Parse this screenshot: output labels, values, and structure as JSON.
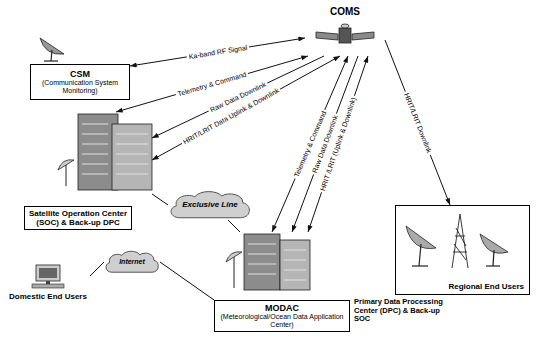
{
  "diagram": {
    "nodes": [
      {
        "text": [
          "COMS"
        ]
      },
      {
        "text": [
          "CSM",
          "(Communication System Monitoring)"
        ]
      },
      {
        "text": [
          "Satellite Operation Center (SOC) & Back-up DPC"
        ]
      },
      {
        "text": [
          "Exclusive Line"
        ]
      },
      {
        "text": [
          "Domestic End Users"
        ]
      },
      {
        "text": [
          "Internet"
        ]
      },
      {
        "text": [
          "MODAC",
          "(Meteorological/Ocean Data Application Center)"
        ]
      },
      {
        "text": [
          "Regional End Users"
        ]
      }
    ],
    "edges": [
      {
        "from": 1,
        "to": 0,
        "arrow": "both",
        "label": "Ka-band RF Signal"
      },
      {
        "from": 2,
        "to": 0,
        "arrow": "both",
        "label": "Telemetry & Command"
      },
      {
        "from": 0,
        "to": 2,
        "arrow": "to",
        "label": "Raw Data Downlink"
      },
      {
        "from": 2,
        "to": 0,
        "arrow": "both",
        "label": "HRIT/LRIT Data Uplink & Downlink"
      },
      {
        "from": 6,
        "to": 0,
        "arrow": "both",
        "label": "Telemetry & Command"
      },
      {
        "from": 0,
        "to": 6,
        "arrow": "to",
        "label": "Raw Data Downlink"
      },
      {
        "from": 6,
        "to": 0,
        "arrow": "both",
        "label": "HRIT /LRIT (Uplink & Downlink)"
      },
      {
        "from": 0,
        "to": 7,
        "arrow": "to",
        "label": "HRIT/LRIT Downlink"
      },
      {
        "from": 2,
        "to": 3,
        "arrow": "none"
      },
      {
        "from": 3,
        "to": 6,
        "arrow": "none"
      },
      {
        "from": 4,
        "to": 5,
        "arrow": "none"
      },
      {
        "from": 5,
        "to": 6,
        "arrow": "none"
      }
    ],
    "labels": [
      "Primary Data Processing Center (DPC) & Back-up SOC"
    ]
  }
}
